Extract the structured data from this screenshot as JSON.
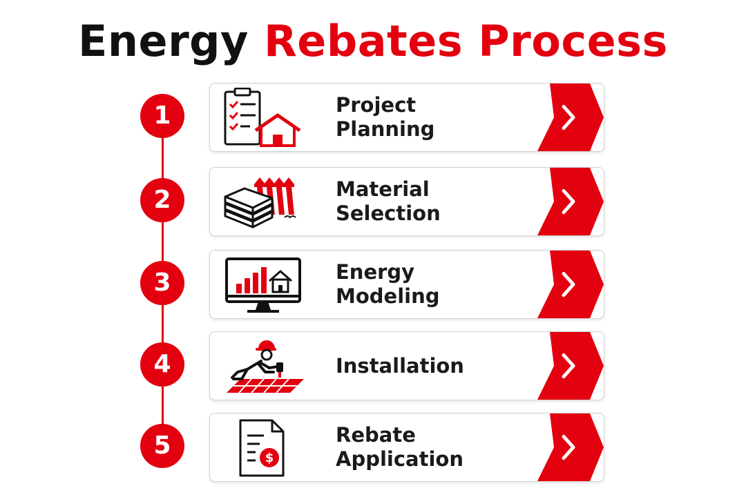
{
  "title": {
    "part1": "Energy",
    "part2": "Rebates Process"
  },
  "colors": {
    "accent": "#e3000f",
    "text": "#111111"
  },
  "steps": [
    {
      "number": "1",
      "label": "Project\nPlanning",
      "icon": "clipboard-house-icon"
    },
    {
      "number": "2",
      "label": "Material\nSelection",
      "icon": "insulation-roofing-icon"
    },
    {
      "number": "3",
      "label": "Energy\nModeling",
      "icon": "monitor-chart-icon"
    },
    {
      "number": "4",
      "label": "Installation",
      "icon": "worker-installing-icon"
    },
    {
      "number": "5",
      "label": "Rebate\nApplication",
      "icon": "rebate-document-icon"
    }
  ]
}
